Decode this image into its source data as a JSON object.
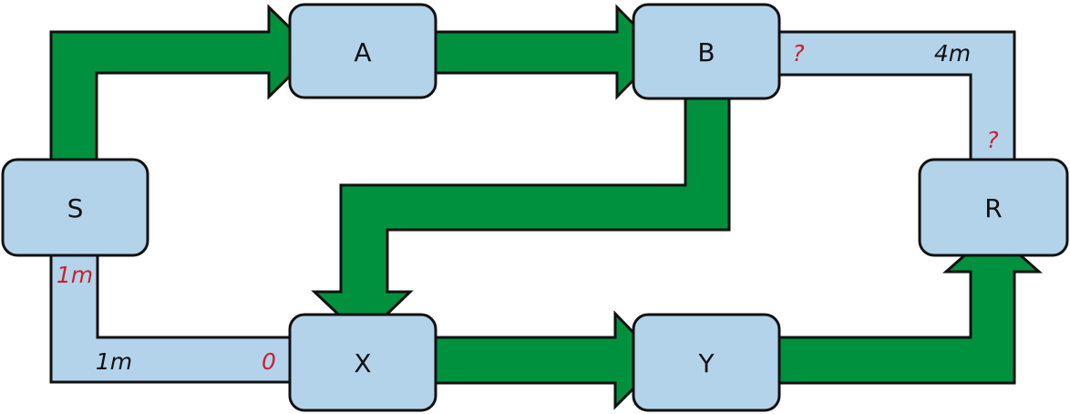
{
  "colors": {
    "node_fill": "#b3d3eb",
    "node_stroke": "#111111",
    "active_path": "#00913f",
    "inactive_path": "#b3d3eb",
    "label_dark": "#111111",
    "label_red": "#cc2030"
  },
  "nodes": [
    {
      "id": "S",
      "label": "S"
    },
    {
      "id": "A",
      "label": "A"
    },
    {
      "id": "B",
      "label": "B"
    },
    {
      "id": "R",
      "label": "R"
    },
    {
      "id": "X",
      "label": "X"
    },
    {
      "id": "Y",
      "label": "Y"
    }
  ],
  "edges": [
    {
      "from": "S",
      "to": "A",
      "style": "active"
    },
    {
      "from": "A",
      "to": "B",
      "style": "active"
    },
    {
      "from": "B",
      "to": "X",
      "style": "active"
    },
    {
      "from": "X",
      "to": "Y",
      "style": "active"
    },
    {
      "from": "Y",
      "to": "R",
      "style": "active"
    },
    {
      "from": "B",
      "to": "R",
      "style": "inactive"
    },
    {
      "from": "S",
      "to": "X",
      "style": "inactive"
    }
  ],
  "edge_labels": {
    "b_out": "?",
    "b_r_delay": "4m",
    "r_in": "?",
    "s_out": "1m",
    "s_x_delay": "1m",
    "x_in": "0"
  }
}
